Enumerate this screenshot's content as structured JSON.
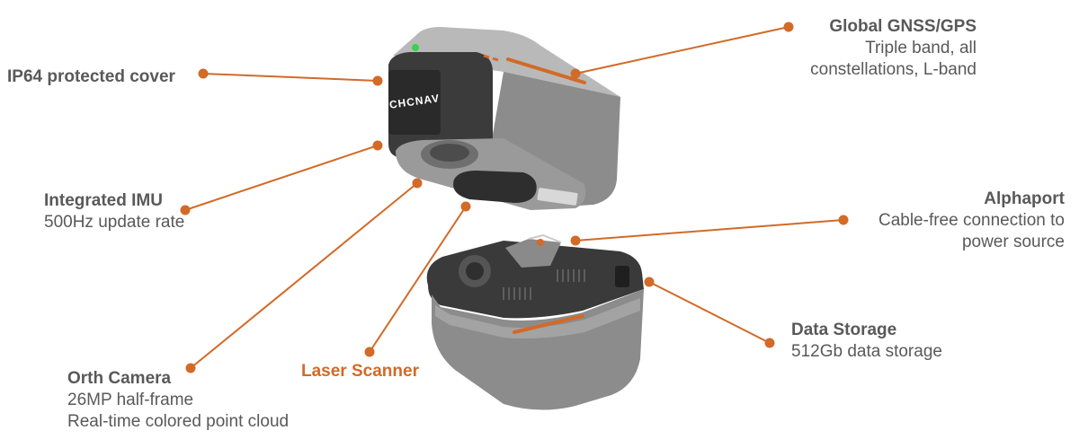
{
  "colors": {
    "accent": "#d26a28",
    "text": "#595959",
    "body_dark": "#3a3a3a",
    "body_grey": "#8a8a8a"
  },
  "product": {
    "logo_text": "CHCNAV"
  },
  "callouts": {
    "ip64": {
      "title": "IP64 protected cover"
    },
    "gnss": {
      "title": "Global GNSS/GPS",
      "line1": "Triple band, all",
      "line2": "constellations, L-band"
    },
    "imu": {
      "title": "Integrated IMU",
      "line1": "500Hz update rate"
    },
    "alphaport": {
      "title": "Alphaport",
      "line1": "Cable-free connection to",
      "line2": "power source"
    },
    "storage": {
      "title": "Data Storage",
      "line1": "512Gb data storage"
    },
    "camera": {
      "title": "Orth Camera",
      "line1": "26MP half-frame",
      "line2": "Real-time colored point cloud"
    },
    "laser": {
      "title": "Laser Scanner"
    }
  }
}
